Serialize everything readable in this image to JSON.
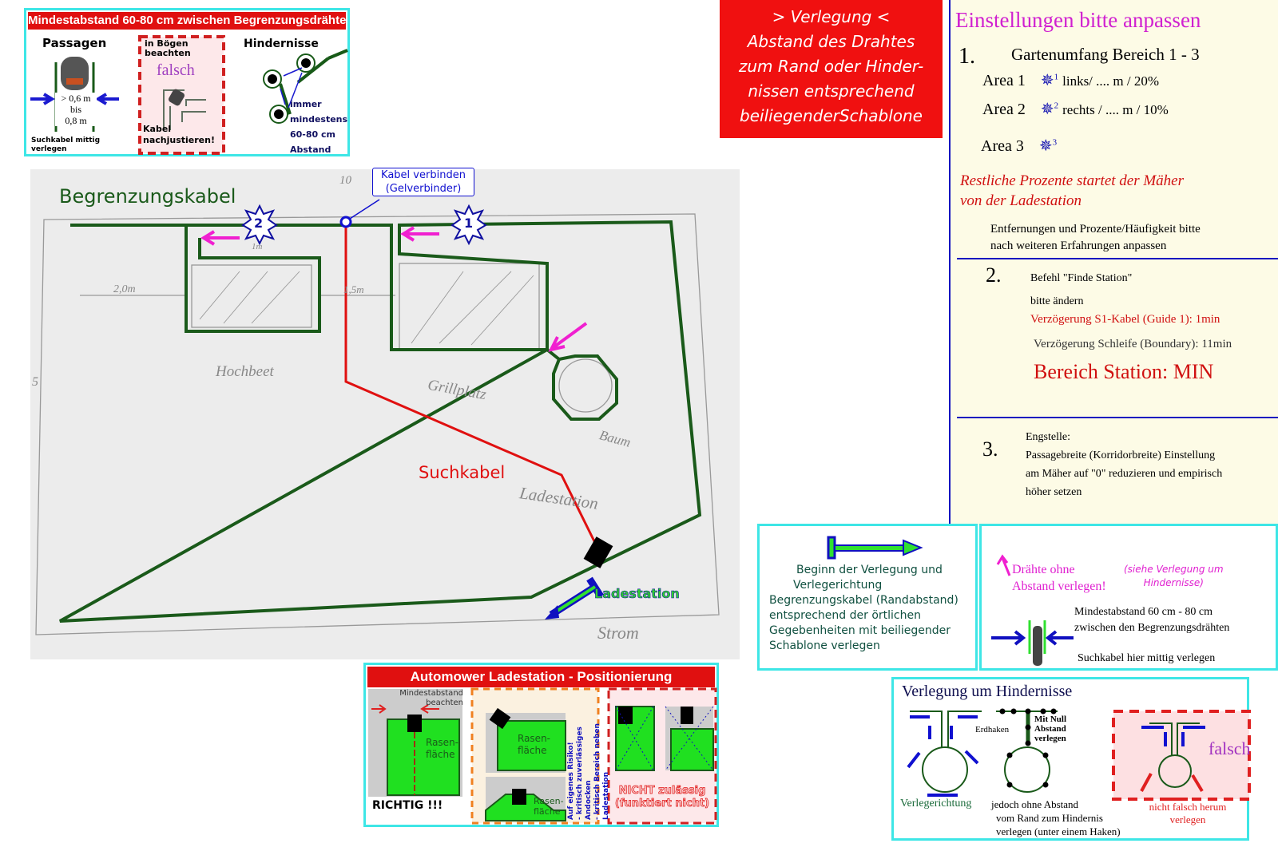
{
  "top_left_box": {
    "banner": "Mindestabstand 60-80 cm zwischen Begrenzungsdrähten",
    "passagen": {
      "title": "Passagen",
      "measure": [
        "> 0,6 m",
        "bis",
        "0,8 m"
      ],
      "note": "Suchkabel mittig verlegen"
    },
    "boegen": {
      "title": "in Bögen beachten",
      "wrong": "falsch",
      "note": "Kabel nachjustieren!"
    },
    "hindernisse": {
      "title": "Hindernisse",
      "note": "immer mindestens 60-80 cm Abstand"
    }
  },
  "verlegung_banner": {
    "lines": [
      "> Verlegung <",
      "Abstand des Drahtes",
      "zum Rand oder Hinder-",
      "nissen entsprechend",
      "beiliegenderSchablone"
    ]
  },
  "sketch": {
    "boundary_label": "Begrenzungskabel",
    "connector_callout": [
      "Kabel verbinden",
      "(Gelverbinder)"
    ],
    "guide_label": "Suchkabel",
    "station_label": "Ladestation",
    "area_stars": [
      "1",
      "2"
    ],
    "handwriting": [
      "10",
      "2,0m",
      "1,5m",
      "1m",
      "5",
      "Hochbeet",
      "Grillplatz",
      "Baum",
      "Ladestation",
      "Strom"
    ]
  },
  "settings": {
    "title": "Einstellungen bitte anpassen",
    "s1": {
      "num": "1.",
      "heading": "Gartenumfang Bereich 1 - 3",
      "areas": [
        {
          "label": "Area 1",
          "star": "1",
          "text": "links/ .... m / 20%"
        },
        {
          "label": "Area 2",
          "star": "2",
          "text": "rechts / .... m / 10%"
        },
        {
          "label": "Area 3",
          "star": "3",
          "text": ""
        }
      ],
      "rest": [
        "Restliche Prozente  startet der Mäher",
        "von der Ladestation"
      ],
      "note": [
        "Entfernungen und Prozente/Häufigkeit bitte",
        "nach weiteren Erfahrungen anpassen"
      ]
    },
    "s2": {
      "num": "2.",
      "lines": [
        "Befehl \"Finde Station\"",
        "bitte ändern"
      ],
      "guide_delay": "Verzögerung S1-Kabel (Guide 1): 1min",
      "boundary_delay": "Verzögerung Schleife (Boundary): 11min",
      "area": "Bereich Station: MIN"
    },
    "s3": {
      "num": "3.",
      "lines": [
        "Engstelle:",
        "Passagebreite (Korridorbreite) Einstellung",
        "am Mäher auf \"0\" reduzieren und empirisch",
        "höher setzen"
      ]
    }
  },
  "start_box": {
    "lines": [
      "Beginn der Verlegung und",
      "Verlegerichtung",
      "Begrenzungskabel (Randabstand)",
      "entsprechend der örtlichen",
      "Gegebenheiten mit beiliegender",
      "Schablone verlegen"
    ]
  },
  "wires_box": {
    "no_gap": [
      "Drähte ohne",
      "Abstand verlegen!"
    ],
    "see": [
      "(siehe Verlegung um",
      "Hindernisse)"
    ],
    "min": [
      "Mindestabstand 60 cm - 80 cm",
      "zwischen den Begrenzungsdrähten"
    ],
    "guide": "Suchkabel hier mittig verlegen"
  },
  "station_box": {
    "banner": "Automower Ladestation - Positionierung",
    "min": [
      "Mindestabstand",
      "beachten"
    ],
    "lawn": [
      "Rasen-",
      "fläche"
    ],
    "ok": "RICHTIG !!!",
    "risk": [
      "Auf eigenes Risiko!",
      "- kritisch zuverlässiges Andocken",
      "- kritisch Bereich neben Ladestation"
    ],
    "bad": [
      "NICHT zulässig",
      "(funktiert nicht)"
    ]
  },
  "obstacle_box": {
    "title": "Verlegung um Hindernisse",
    "direction": "Verlegerichtung",
    "hooks": "Erdhaken",
    "zero": [
      "Mit Null",
      "Abstand",
      "verlegen"
    ],
    "but": [
      "jedoch ohne Abstand",
      "vom Rand zum Hindernis",
      "verlegen (unter einem Haken)"
    ],
    "wrong": "falsch",
    "wrong_note": [
      "nicht falsch herum",
      "verlegen"
    ]
  }
}
